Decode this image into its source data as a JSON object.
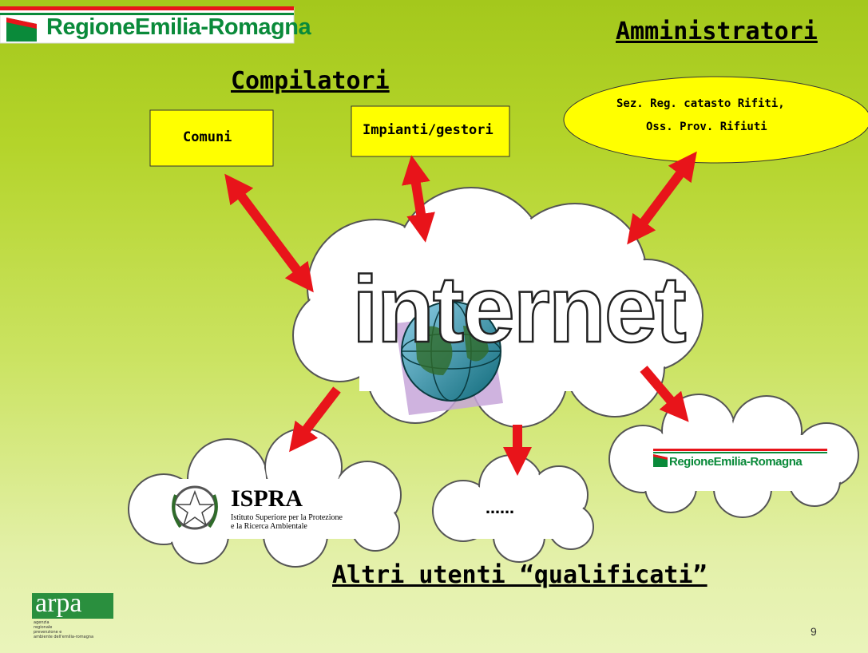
{
  "header": {
    "logo_text": "RegioneEmilia-Romagna"
  },
  "headings": {
    "administrators": "Amministratori",
    "compilers": "Compilatori",
    "other_users": "Altri utenti “qualificati”"
  },
  "compilers": {
    "box1_label": "Comuni",
    "box2_label": "Impianti/gestori"
  },
  "administrators_ellipse": {
    "line1": "Sez. Reg. catasto Rifiti,",
    "line2": "Oss. Prov. Rifiuti"
  },
  "center": {
    "label": "internet"
  },
  "destinations": {
    "ispra_title": "ISPRA",
    "ispra_sub1": "Istituto Superiore per la Protezione",
    "ispra_sub2": "e la Ricerca Ambientale",
    "ellipsis": "……",
    "region_logo_text": "RegioneEmilia-Romagna"
  },
  "footer": {
    "arpa_logo": "arpa",
    "arpa_line1": "agenzia",
    "arpa_line2": "regionale",
    "arpa_line3": "prevenzione e",
    "arpa_line4": "ambiente dell'emilia-romagna",
    "page_number": "9"
  },
  "colors": {
    "arrow_red": "#e8141a",
    "box_yellow": "#ffff00",
    "logo_green": "#0a8a3a"
  }
}
